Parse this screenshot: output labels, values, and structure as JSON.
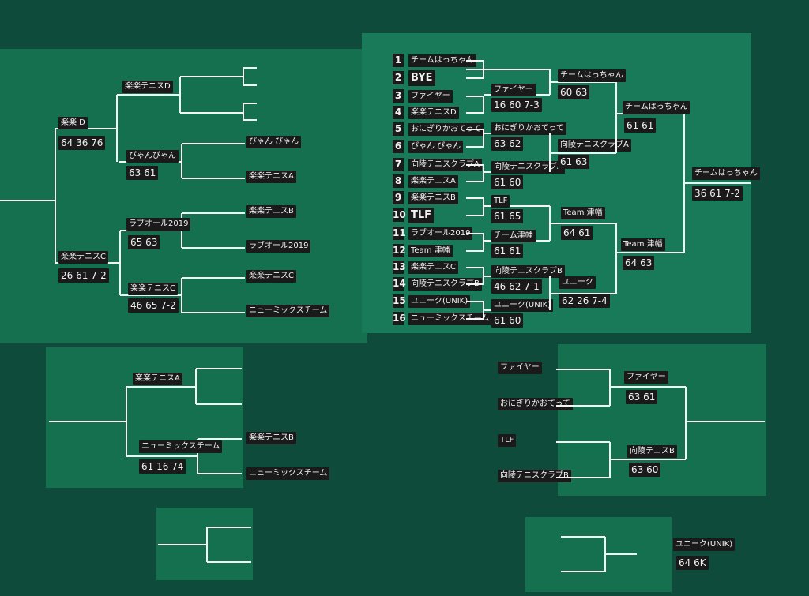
{
  "colors": {
    "wall": "#0f4b3b",
    "board": "#14704f",
    "board_light": "#187a58",
    "chalk": "#f4f4f4",
    "tag": "#1a1a1a"
  },
  "main_draw": {
    "seeds": [
      "1",
      "2",
      "3",
      "4",
      "5",
      "6",
      "7",
      "8",
      "9",
      "10",
      "11",
      "12",
      "13",
      "14",
      "15",
      "16"
    ],
    "entrants": [
      "チームはっちゃん",
      "BYE",
      "ファイヤー",
      "楽楽テニスD",
      "おにぎりかおてって",
      "ぴゃん ぴゃん",
      "向陵テニスクラブA",
      "楽楽テニスA",
      "楽楽テニスB",
      "TLF",
      "ラブオール2019",
      "Team 津幡",
      "楽楽テニスC",
      "向陵テニスクラブB",
      "ユニーク(UNIK)",
      "ニューミックスチーム"
    ],
    "round2": [
      {
        "name": "ファイヤー",
        "score": "16 60 7-3"
      },
      {
        "name": "おにぎりかおてって",
        "score": "63 62"
      },
      {
        "name": "向陵テニスクラブA",
        "score": "61 60"
      },
      {
        "name": "TLF",
        "score": "61 65"
      },
      {
        "name": "チーム津幡",
        "score": "61 61"
      },
      {
        "name": "向陵テニスクラブB",
        "score": "46 62 7-1"
      },
      {
        "name": "ユニーク(UNIK)",
        "score": "61 60"
      }
    ],
    "qf": [
      {
        "name": "チームはっちゃん",
        "score": "60 63"
      },
      {
        "name": "向陵テニスクラブA",
        "score": "61 63"
      },
      {
        "name": "Team 津幡",
        "score": "64 61"
      },
      {
        "name": "ユニーク",
        "score": "62 26 7-4"
      }
    ],
    "sf": [
      {
        "name": "チームはっちゃん",
        "score": "61 61"
      },
      {
        "name": "Team 津幡",
        "score": "64 63"
      }
    ],
    "final": {
      "name": "チームはっちゃん",
      "score": "36 61 7-2"
    }
  },
  "left_draw": {
    "first_round": [
      "ぴゃん ぴゃん",
      "楽楽テニスA",
      "楽楽テニスB",
      "ラブオール2019",
      "楽楽テニスC",
      "ニューミックスチーム"
    ],
    "qf": [
      {
        "name": "楽楽テニスD",
        "score": ""
      },
      {
        "name": "ぴゃんぴゃん",
        "score": "63 61"
      },
      {
        "name": "ラブオール2019",
        "score": "65 63"
      },
      {
        "name": "楽楽テニスC",
        "score": "46 65 7-2"
      }
    ],
    "sf": [
      {
        "name": "楽楽 D",
        "score": "64 36 76"
      },
      {
        "name": "楽楽テニスC",
        "score": "26 61 7-2"
      }
    ]
  },
  "lower_left": {
    "entrants": [
      "楽楽テニスB",
      "ニューミックスチーム"
    ],
    "top": {
      "name": "楽楽テニスA",
      "score": ""
    },
    "bottom": {
      "name": "ニューミックスチーム",
      "score": "61 16 74"
    }
  },
  "lower_right": {
    "entrants": [
      "ファイヤー",
      "おにぎりかおてって",
      "TLF",
      "向陵テニスクラブB"
    ],
    "winners": [
      {
        "name": "ファイヤー",
        "score": "63 61"
      },
      {
        "name": "向陵テニスB",
        "score": "63 60"
      }
    ]
  },
  "bottom_right": {
    "name": "ユニーク(UNIK)",
    "score": "64 6K"
  }
}
